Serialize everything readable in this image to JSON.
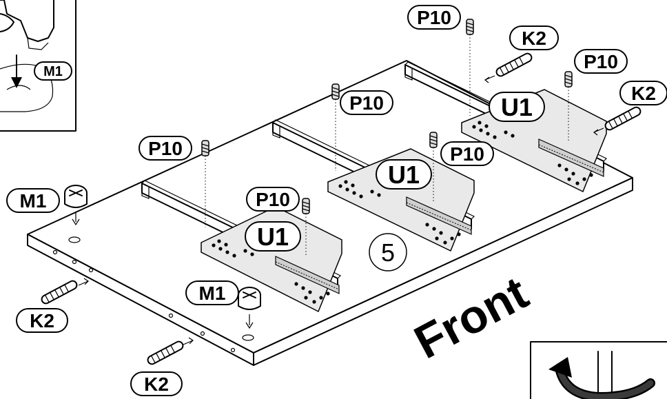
{
  "diagram": {
    "step_number": "5",
    "front_label": "Front",
    "parts": {
      "p10_1": "P10",
      "p10_2": "P10",
      "p10_3": "P10",
      "p10_4": "P10",
      "p10_5": "P10",
      "p10_6": "P10",
      "u1_1": "U1",
      "u1_2": "U1",
      "u1_3": "U1",
      "k2_1": "K2",
      "k2_2": "K2",
      "k2_3": "K2",
      "k2_4": "K2",
      "m1_1": "M1",
      "m1_2": "M1",
      "m1_3": "M1"
    },
    "inset_detail": {
      "label": "M1"
    },
    "rotate_hint": {
      "icon": "rotate-arrow-icon"
    },
    "colors": {
      "line": "#000000",
      "background": "#ffffff",
      "shade": "#e9e9e9"
    }
  }
}
